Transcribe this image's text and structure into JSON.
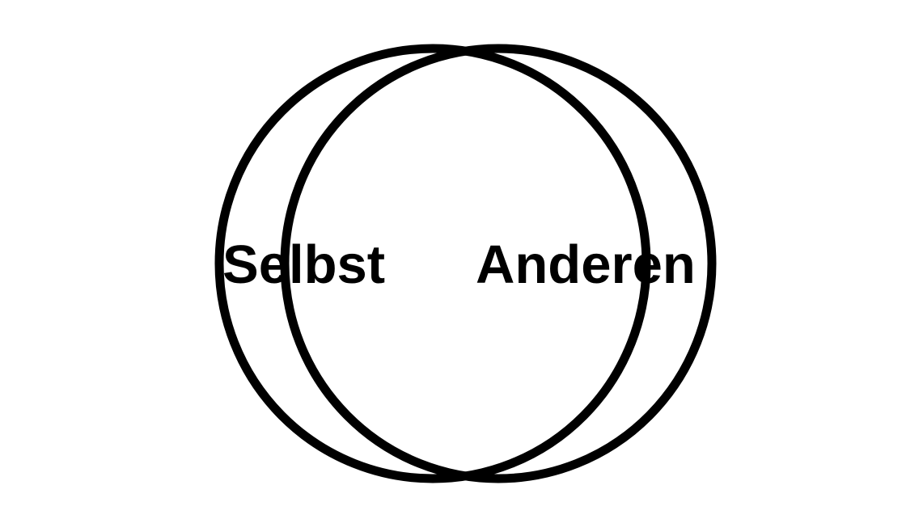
{
  "diagram": {
    "type": "venn",
    "sets": [
      {
        "label": "Selbst"
      },
      {
        "label": "Anderen"
      }
    ]
  },
  "colors": {
    "background": "#ffffff",
    "stroke": "#000000",
    "text": "#000000"
  }
}
